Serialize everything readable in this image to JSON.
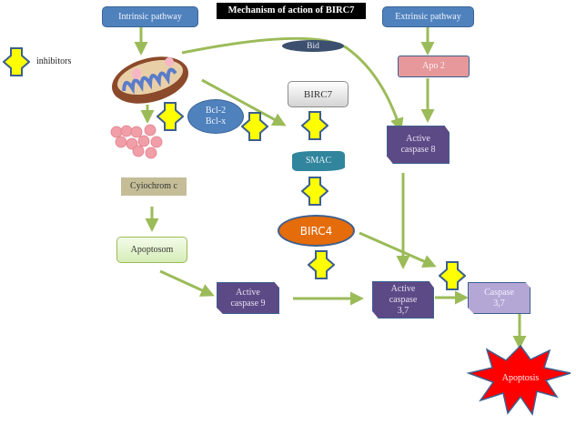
{
  "title": "Mechanism of action of BIRC7",
  "legend": {
    "icon": "inhibitor-cross-icon",
    "label": "inhibitors"
  },
  "nodes": {
    "intrinsic": "Intrinsic pathway",
    "extrinsic": "Extrinsic pathway",
    "bid": "Bid",
    "apo2": "Apo 2",
    "birc7": "BIRC7",
    "bcl2": "Bcl-2",
    "bclx": "Bcl-x",
    "smac": "SMAC",
    "cytochrome": "Cyiochrom c",
    "apoptosom": "Apoptosom",
    "birc4": "BIRC4",
    "caspase8_line1": "Active",
    "caspase8_line2": "caspase  8",
    "caspase9_line1": "Active",
    "caspase9_line2": "caspase 9",
    "caspase37a_line1": "Active",
    "caspase37a_line2": "caspase",
    "caspase37a_line3": "3,7",
    "caspase37b_line1": "Caspase",
    "caspase37b_line2": "3,7",
    "apoptosis": "Apoptosis"
  },
  "colors": {
    "arrow": "#9bbb59",
    "inhibitor_fill": "#ffff00",
    "inhibitor_stroke": "#3d5f8f",
    "apoptosis_fill": "#ff0000"
  }
}
